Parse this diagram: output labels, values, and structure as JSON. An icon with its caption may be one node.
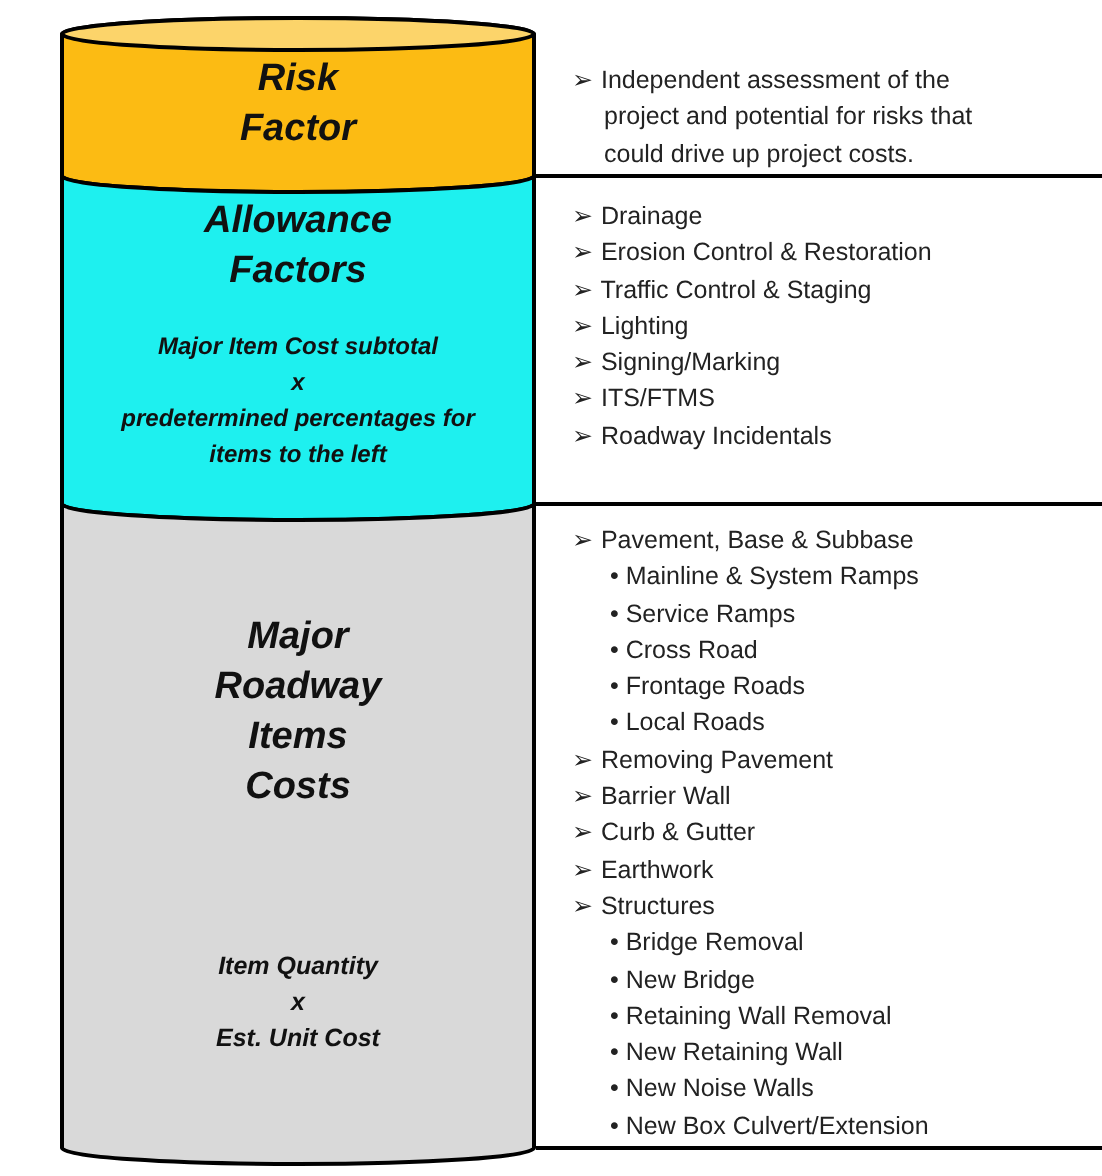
{
  "diagram": {
    "nodes": [
      {
        "text": [
          "Risk Factor"
        ]
      },
      {
        "text": [
          "Allowance Factors",
          "Major Item Cost subtotal",
          "x",
          "predetermined percentages for items to the left"
        ]
      },
      {
        "text": [
          "Major Roadway Items Costs",
          "Item Quantity",
          "x",
          "Est. Unit Cost"
        ]
      },
      {
        "text": [
          "➢ Independent assessment of the project and potential for risks that could drive up project costs."
        ]
      },
      {
        "text": [
          "➢ Drainage",
          "➢ Erosion Control & Restoration",
          "➢ Traffic Control & Staging",
          "➢ Lighting",
          "➢ Signing/Marking",
          "➢ ITS/FTMS",
          "➢ Roadway Incidentals"
        ]
      },
      {
        "text": [
          "➢ Pavement, Base & Subbase",
          "• Mainline & System Ramps",
          "• Service Ramps",
          "• Cross Road",
          "• Frontage Roads",
          "• Local Roads",
          "➢ Removing Pavement",
          "➢ Barrier Wall",
          "➢ Curb & Gutter",
          "➢ Earthwork",
          "➢ Structures",
          "• Bridge Removal",
          "• New Bridge",
          "• Retaining Wall Removal",
          "• New Retaining Wall",
          "• New Noise Walls",
          "• New Box Culvert/Extension"
        ]
      }
    ]
  }
}
